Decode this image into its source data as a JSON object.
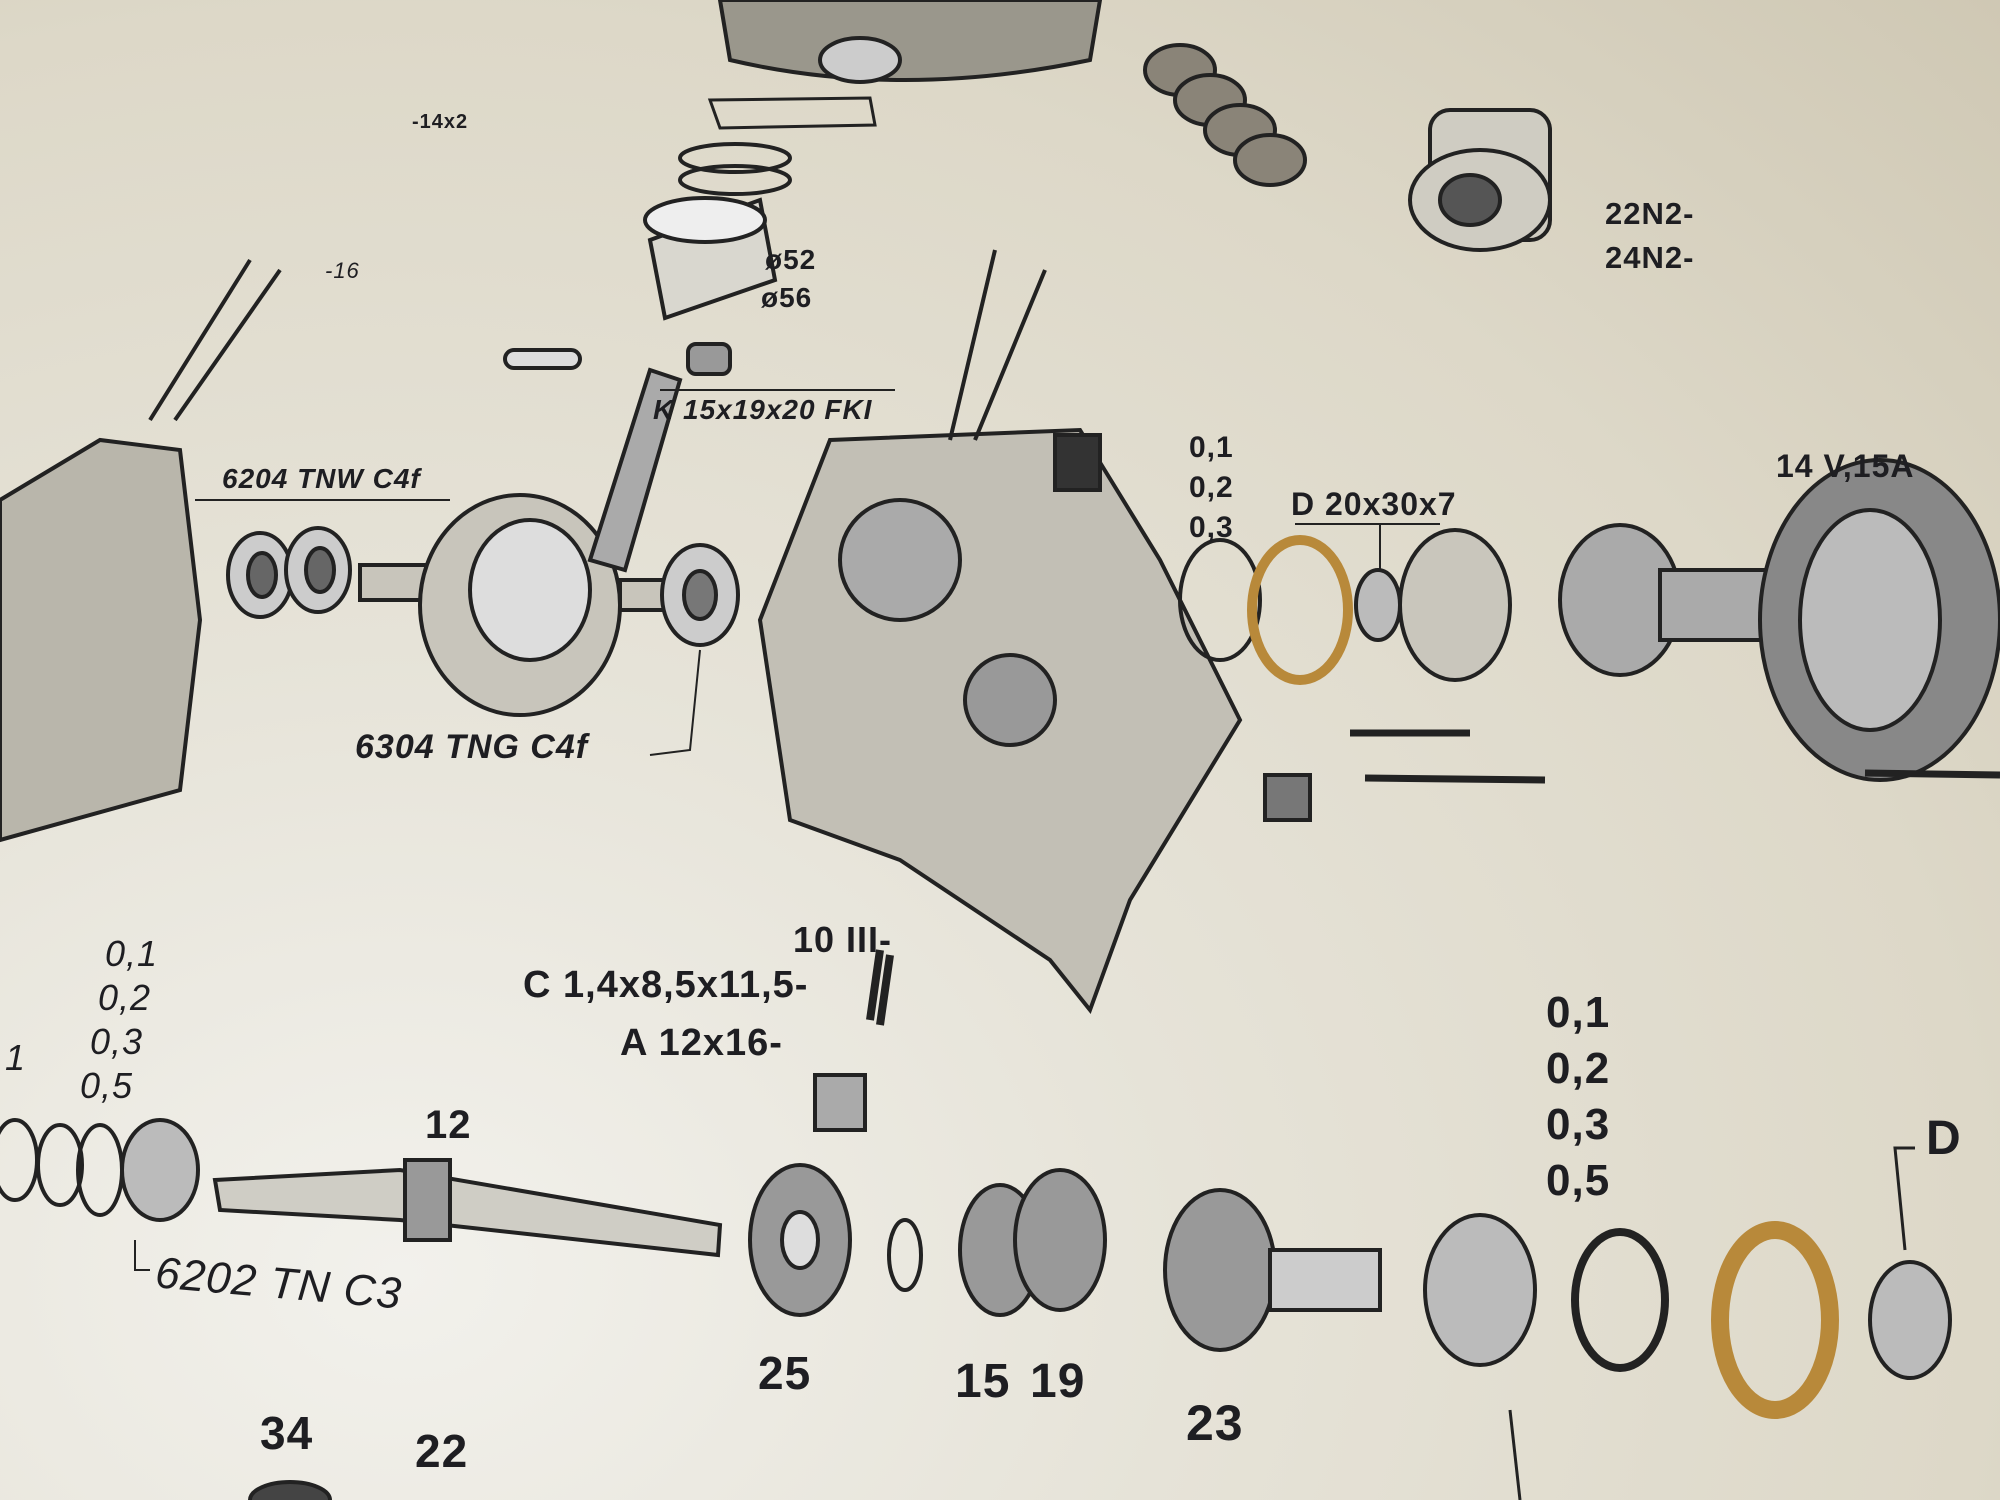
{
  "diagram": {
    "title_hidden": null,
    "labels": {
      "screw_14x2": "-14x2",
      "screw_16": "-16",
      "piston_52": "ø52",
      "piston_56": "ø56",
      "carb_22": "22N2-",
      "carb_24": "24N2-",
      "needle_bearing": "K 15x19x20 FKI",
      "bearing_6204": "6204 TNW  C4f",
      "shims_top": [
        "0,1",
        "0,2",
        "0,3"
      ],
      "seal_d20": "D 20x30x7",
      "alternator": "14 V,15A",
      "bearing_6304": "6304 TNG C4f",
      "part_10": "10 III-",
      "spring_c": "C 1,4x8,5x11,5-",
      "washer_a": "A 12x16-",
      "shims_left": [
        "0,1",
        "0,2",
        "0,3",
        "0,5"
      ],
      "shim_left_bracket": "1",
      "shaft_12": "12",
      "bearing_6202": "6202 TN C3",
      "gear_25": "25",
      "gear_15": "15",
      "gear_19": "19",
      "gear_23": "23",
      "gear_34": "34",
      "gear_22": "22",
      "shims_right": [
        "0,1",
        "0,2",
        "0,3",
        "0,5"
      ],
      "seal_d_right": "D"
    },
    "colors": {
      "ink": "#1e1e22",
      "gasket": "#b8893a",
      "paper": "#e6e3d8"
    }
  }
}
